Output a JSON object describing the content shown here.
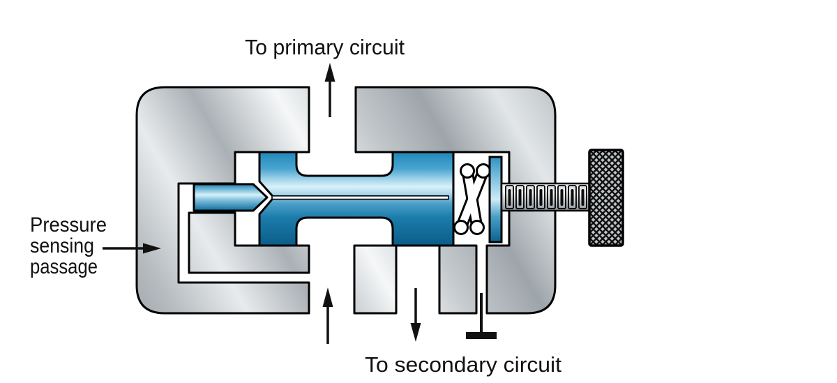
{
  "diagram": {
    "kind": "pressure-reducing-valve-cutaway",
    "labels": {
      "to_primary": "To primary circuit",
      "to_secondary": "To secondary circuit",
      "pressure_sensing": [
        "Pressure",
        "sensing",
        "passage"
      ]
    },
    "components": {
      "body": "valve body",
      "spool": "valve spool",
      "spring": "adjustment spring",
      "spring_seat": "spring seat",
      "adjusting_screw": "threaded adjusting screw",
      "knob": "knurled adjustment knob",
      "drain": "drain to tank"
    },
    "colors": {
      "outline": "#000000",
      "body_gray_light": "#f5f7f8",
      "body_gray_dark": "#9ba1a6",
      "fluid_blue_dark": "#0b5c88",
      "fluid_blue_mid": "#2187b8",
      "fluid_blue_light": "#d9f0f9",
      "text": "#111111"
    }
  }
}
